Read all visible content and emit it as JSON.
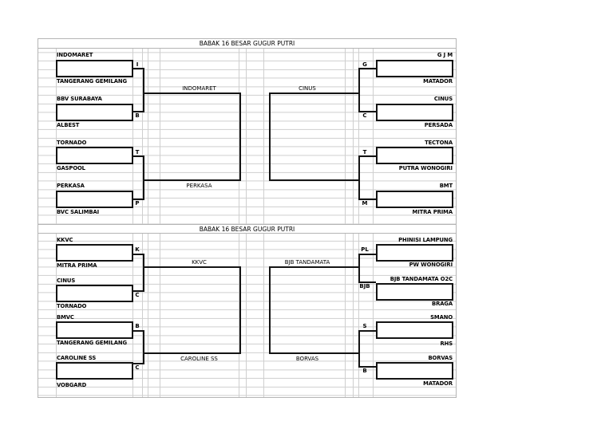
{
  "sheet": {
    "brackets": [
      {
        "title": "BABAK 16 BESAR GUGUR PUTRI",
        "left_matches": [
          {
            "top": "INDOMARET",
            "bottom": "TANGERANG GEMILANG",
            "winner": "I"
          },
          {
            "top": "BBV SURABAYA",
            "bottom": "ALBEST",
            "winner": "B"
          },
          {
            "top": "TORNADO",
            "bottom": "GASPOOL",
            "winner": "T"
          },
          {
            "top": "PERKASA",
            "bottom": "BVC SALIMBAI",
            "winner": "P"
          }
        ],
        "right_matches": [
          {
            "top": "G J M",
            "bottom": "MATADOR",
            "winner": "G"
          },
          {
            "top": "CINUS",
            "bottom": "PERSADA",
            "winner": "C"
          },
          {
            "top": "TECTONA",
            "bottom": "PUTRA WONOGIRI",
            "winner": "T"
          },
          {
            "top": "BMT",
            "bottom": "MITRA PRIMA",
            "winner": "M"
          }
        ],
        "round_labels": {
          "left_top": "INDOMARET",
          "left_bottom": "PERKASA",
          "right_top": "CINUS",
          "right_bottom": ""
        }
      },
      {
        "title": "BABAK 16 BESAR GUGUR PUTRI",
        "left_matches": [
          {
            "top": "KKVC",
            "bottom": "MITRA PRIMA",
            "winner": "K"
          },
          {
            "top": "CINUS",
            "bottom": "TORNADO",
            "winner": "C"
          },
          {
            "top": "BMVC",
            "bottom": "TANGERANG GEMILANG",
            "winner": "B"
          },
          {
            "top": "CAROLINE SS",
            "bottom": "VOBGARD",
            "winner": "C"
          }
        ],
        "right_matches": [
          {
            "top": "PHINISI LAMPUNG",
            "bottom": "PW WONOGIRI",
            "winner": "PL"
          },
          {
            "top": "BJB TANDAMATA O2C",
            "bottom": "BRAGA",
            "winner": "BJB"
          },
          {
            "top": "SMANO",
            "bottom": "RHS",
            "winner": "S"
          },
          {
            "top": "BORVAS",
            "bottom": "MATADOR",
            "winner": "B"
          }
        ],
        "round_labels": {
          "left_top": "KKVC",
          "left_bottom": "CAROLINE SS",
          "right_top": "BJB TANDAMATA",
          "right_bottom": "BORVAS"
        }
      }
    ]
  }
}
